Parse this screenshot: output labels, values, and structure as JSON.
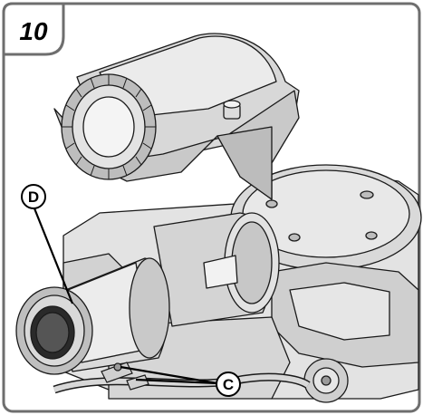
{
  "figure": {
    "step_number": "10",
    "callouts": {
      "d": "D",
      "c": "C"
    },
    "colors": {
      "frame": "#6e6e6e",
      "fill_light": "#e6e6e6",
      "fill_mid": "#cfcfcf",
      "fill_dark": "#9a9a9a",
      "line": "#1a1a1a"
    }
  }
}
